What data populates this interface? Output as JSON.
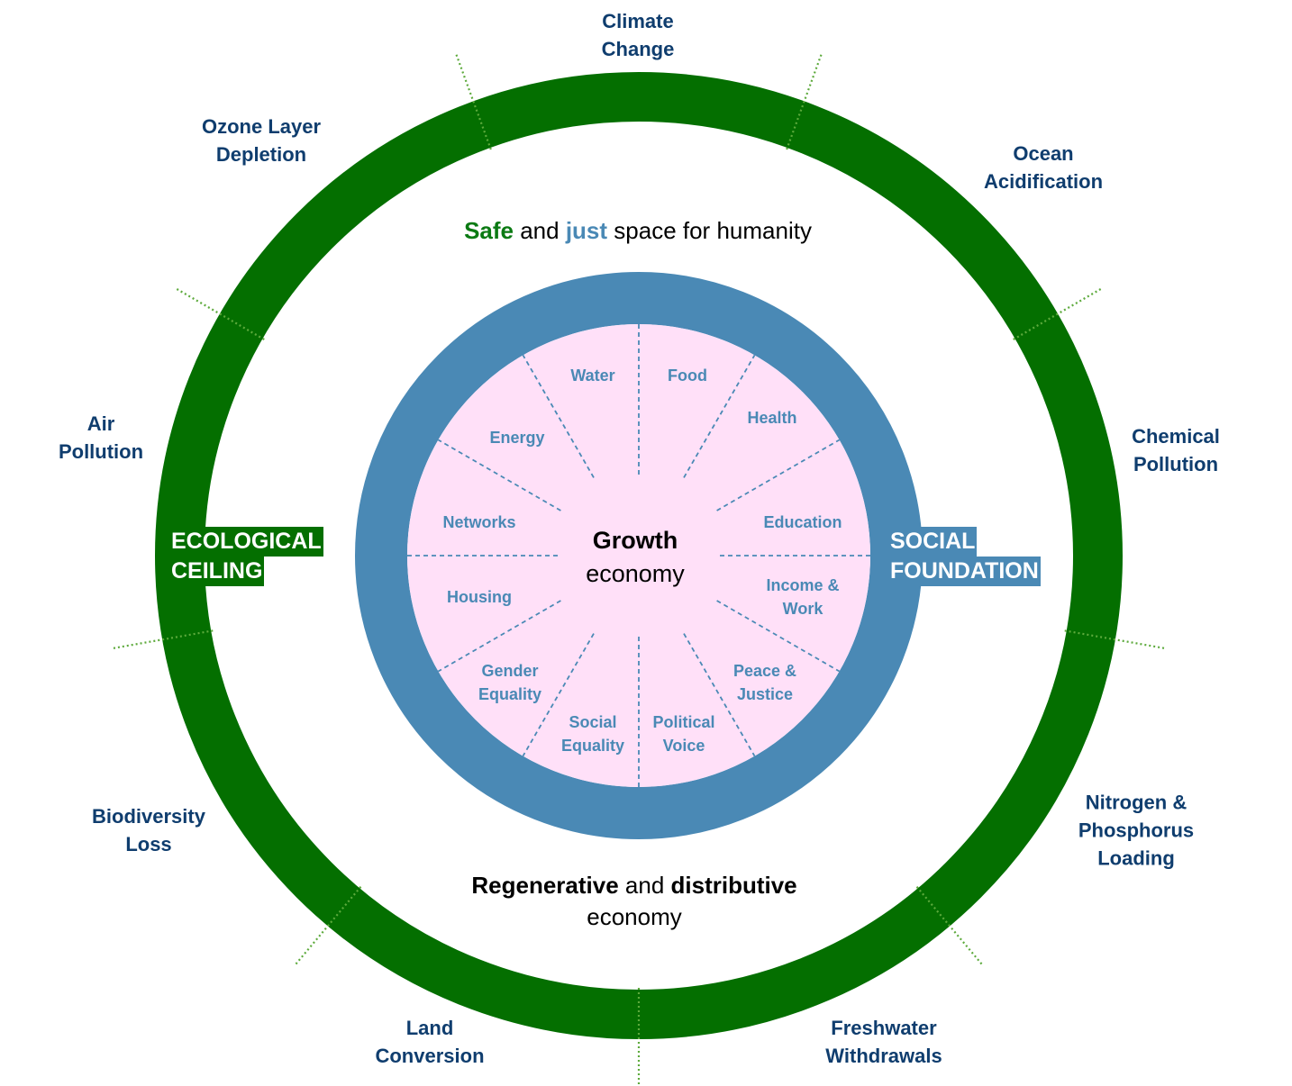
{
  "colors": {
    "ecological_ring": "#046F00",
    "social_ring": "#4A89B5",
    "core_fill": "#FFE0F8",
    "boundary_tick": "#5DAA3C",
    "boundary_label": "#0F3D6E",
    "dimension_label": "#4A89B5",
    "safe_word": "#0B7A13",
    "just_word": "#4A89B5"
  },
  "title": {
    "safe": "Safe",
    "and": " and ",
    "just": "just",
    "rest": " space for humanity"
  },
  "bottom_title": {
    "regenerative": "Regenerative",
    "and": " and ",
    "distributive": "distributive",
    "economy": "economy"
  },
  "core": {
    "line1": "Growth",
    "line2": "economy"
  },
  "ecological_ceiling": {
    "line1": "ECOLOGICAL",
    "line2": "CEILING"
  },
  "social_foundation": {
    "line1": "SOCIAL",
    "line2": "FOUNDATION"
  },
  "planetary_boundaries": [
    "Climate\nChange",
    "Ocean\nAcidification",
    "Chemical\nPollution",
    "Nitrogen &\nPhosphorus\nLoading",
    "Freshwater\nWithdrawals",
    "Land\nConversion",
    "Biodiversity\nLoss",
    "Air\nPollution",
    "Ozone Layer\nDepletion"
  ],
  "social_dimensions": [
    "Food",
    "Health",
    "Education",
    "Income &\nWork",
    "Peace &\nJustice",
    "Political\nVoice",
    "Social\nEquality",
    "Gender\nEquality",
    "Housing",
    "Networks",
    "Energy",
    "Water"
  ]
}
